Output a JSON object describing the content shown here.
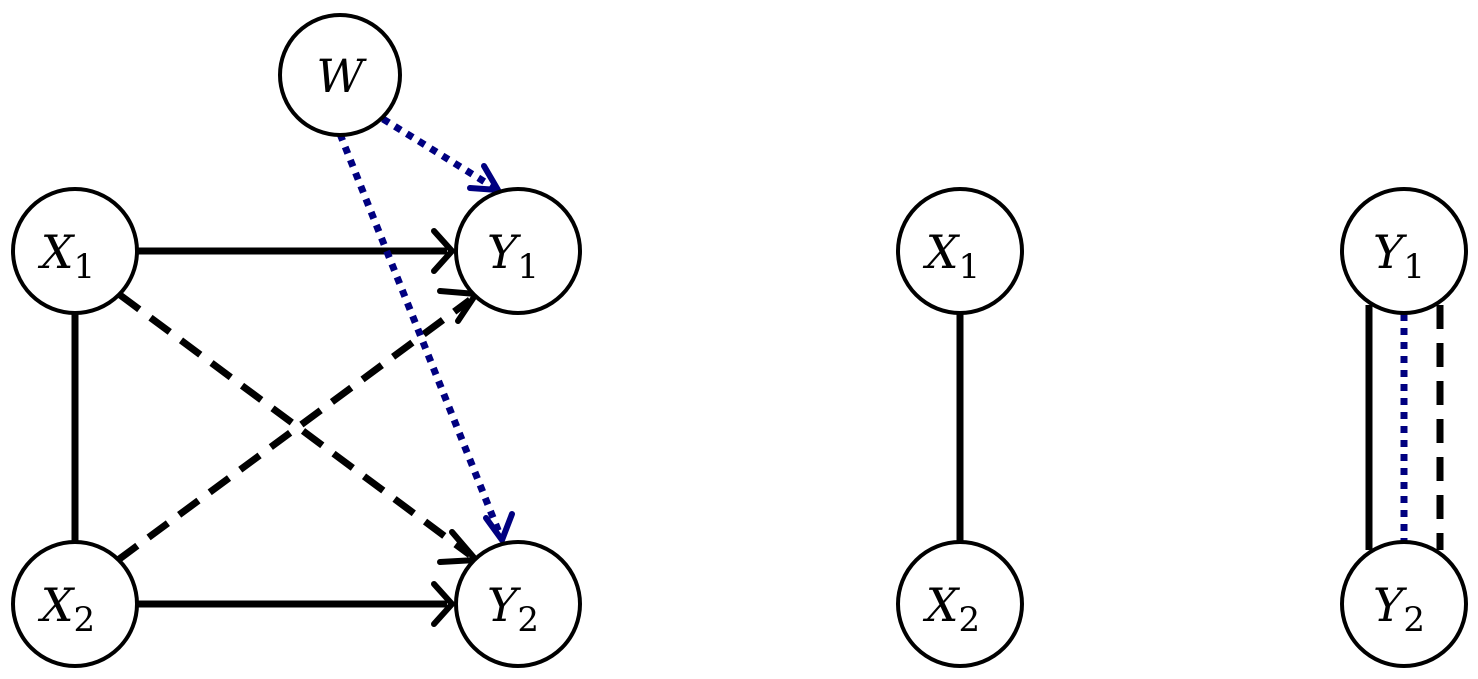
{
  "colors": {
    "solid": "#000000",
    "dashed": "#000000",
    "dotted": "#000080"
  },
  "nodes": {
    "W": {
      "main": "W",
      "sub": ""
    },
    "X1": {
      "main": "X",
      "sub": "1"
    },
    "Y1": {
      "main": "Y",
      "sub": "1"
    },
    "X2": {
      "main": "X",
      "sub": "2"
    },
    "Y2": {
      "main": "Y",
      "sub": "2"
    },
    "mX1": {
      "main": "X",
      "sub": "1"
    },
    "mX2": {
      "main": "X",
      "sub": "2"
    },
    "rY1": {
      "main": "Y",
      "sub": "1"
    },
    "rY2": {
      "main": "Y",
      "sub": "2"
    }
  },
  "edges": [
    {
      "from": "X1",
      "to": "Y1",
      "style": "solid",
      "directed": true
    },
    {
      "from": "X2",
      "to": "Y2",
      "style": "solid",
      "directed": true
    },
    {
      "from": "X1",
      "to": "X2",
      "style": "solid",
      "directed": false
    },
    {
      "from": "X1",
      "to": "Y2",
      "style": "dashed",
      "directed": true
    },
    {
      "from": "X2",
      "to": "Y1",
      "style": "dashed",
      "directed": true
    },
    {
      "from": "W",
      "to": "Y1",
      "style": "dotted",
      "directed": true
    },
    {
      "from": "W",
      "to": "Y2",
      "style": "dotted",
      "directed": true
    },
    {
      "from": "mX1",
      "to": "mX2",
      "style": "solid",
      "directed": false
    },
    {
      "from": "rY1",
      "to": "rY2",
      "style": "solid",
      "directed": false
    },
    {
      "from": "rY1",
      "to": "rY2",
      "style": "dotted",
      "directed": false
    },
    {
      "from": "rY1",
      "to": "rY2",
      "style": "dashed",
      "directed": false
    }
  ]
}
